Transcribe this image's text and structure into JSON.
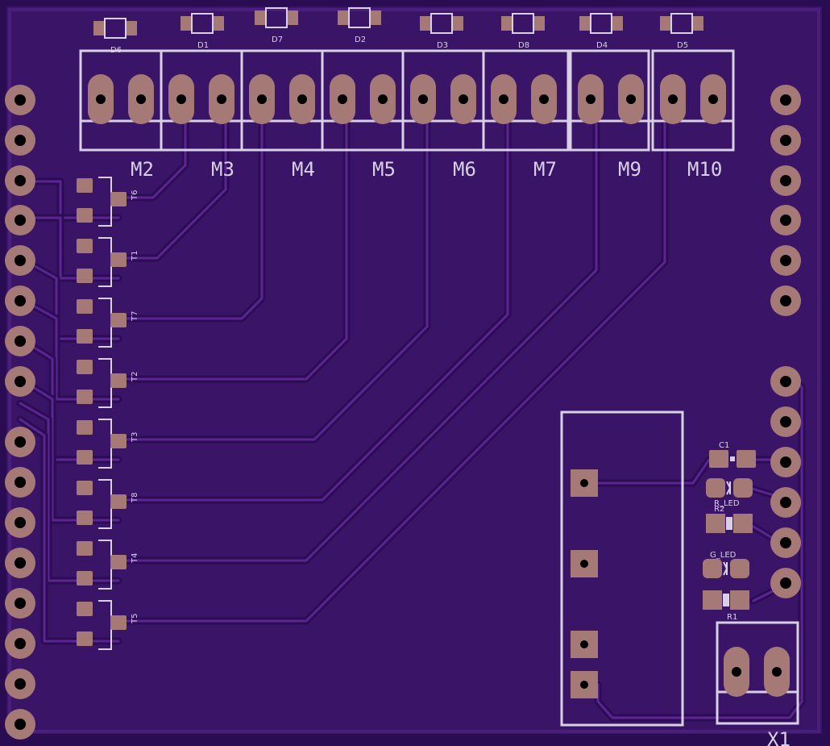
{
  "colors": {
    "board": "#3a1466",
    "edge": "#2a0c52",
    "silkscreen": "#d9d0e6",
    "copper_pad": "#a57a76",
    "trace": "#2c0d55"
  },
  "modules": [
    "M2",
    "M3",
    "M4",
    "M5",
    "M6",
    "M7",
    "M9",
    "M10"
  ],
  "diodes": [
    "D6",
    "D1",
    "D7",
    "D2",
    "D3",
    "D8",
    "D4",
    "D5"
  ],
  "transistors": [
    "T6",
    "T1",
    "T7",
    "T2",
    "T3",
    "T8",
    "T4",
    "T5"
  ],
  "parts": {
    "c1": "C1",
    "r_led": "R_LED",
    "r2": "R2",
    "g_led": "G_LED",
    "r1": "R1",
    "x1": "X1"
  }
}
